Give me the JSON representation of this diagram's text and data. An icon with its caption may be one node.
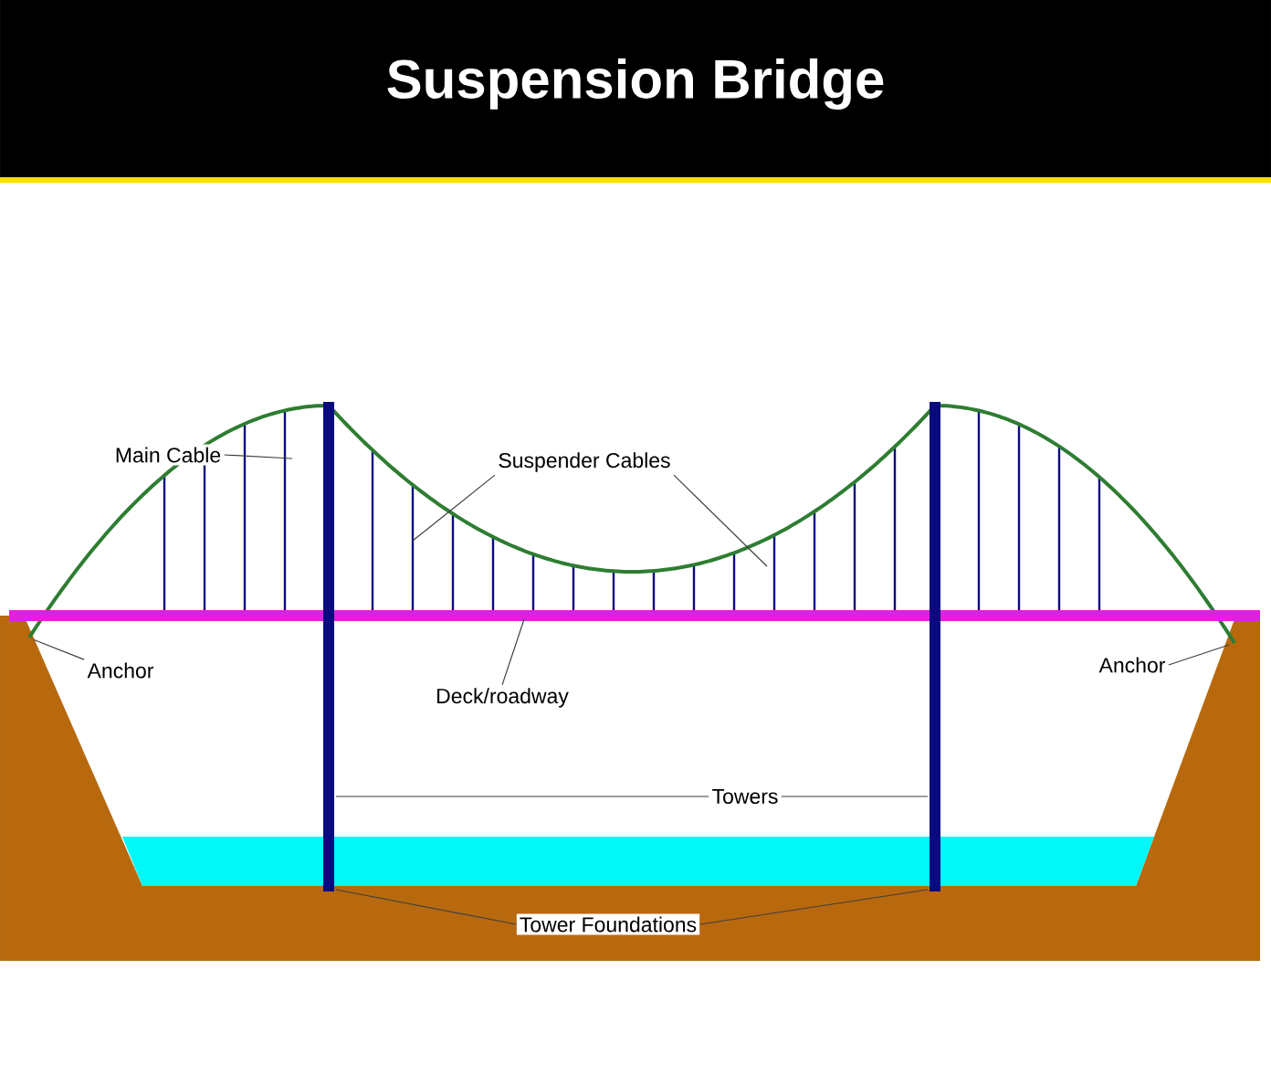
{
  "diagram": {
    "title": "Suspension Bridge",
    "nodes": [
      {
        "text": [
          "Main Cable"
        ]
      },
      {
        "text": [
          "Suspender Cables"
        ]
      },
      {
        "text": [
          "Anchor"
        ]
      },
      {
        "text": [
          "Deck/roadway"
        ]
      },
      {
        "text": [
          "Towers"
        ]
      },
      {
        "text": [
          "Anchor"
        ]
      },
      {
        "text": [
          "Tower Foundations"
        ]
      }
    ],
    "edges": [
      {
        "from": 0,
        "to": null,
        "arrow": "none"
      },
      {
        "from": 1,
        "to": null,
        "arrow": "none"
      },
      {
        "from": 1,
        "to": null,
        "arrow": "none"
      },
      {
        "from": 2,
        "to": null,
        "arrow": "none"
      },
      {
        "from": 3,
        "to": null,
        "arrow": "none"
      },
      {
        "from": 4,
        "to": null,
        "arrow": "none"
      },
      {
        "from": 4,
        "to": null,
        "arrow": "none"
      },
      {
        "from": 5,
        "to": null,
        "arrow": "none"
      },
      {
        "from": 6,
        "to": null,
        "arrow": "none"
      },
      {
        "from": 6,
        "to": null,
        "arrow": "none"
      }
    ]
  }
}
